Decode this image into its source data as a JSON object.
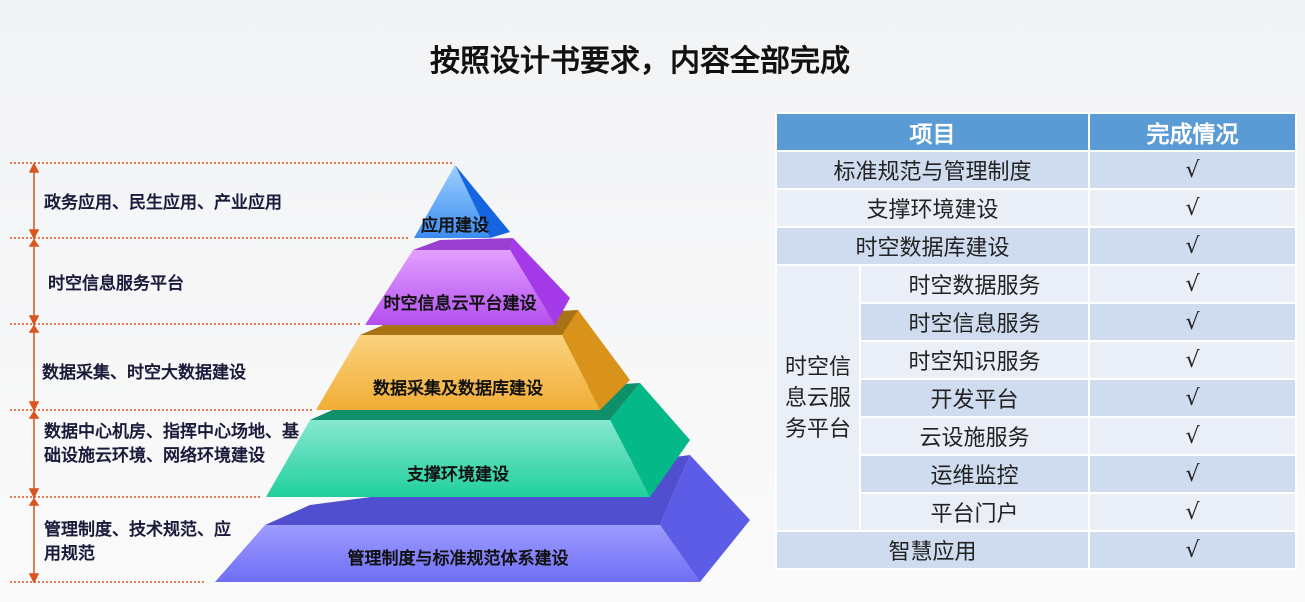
{
  "title": "按照设计书要求，内容全部完成",
  "left_labels": [
    "政务应用、民生应用、产业应用",
    "时空信息服务平台",
    "数据采集、时空大数据建设",
    "数据中心机房、指挥中心场地、基础设施云环境、网络环境建设",
    "管理制度、技术规范、应用规范"
  ],
  "pyramid": [
    "应用建设",
    "时空信息云平台建设",
    "数据采集及数据库建设",
    "支撑环境建设",
    "管理制度与标准规范体系建设"
  ],
  "colors": {
    "header": "#5b9bd5",
    "arrow": "#d9541e"
  },
  "table": {
    "headers": [
      "项目",
      "完成情况"
    ],
    "group_label": "时空信息云服务平台",
    "rows": [
      {
        "item": "标准规范与管理制度",
        "status": "√"
      },
      {
        "item": "支撑环境建设",
        "status": "√"
      },
      {
        "item": "时空数据库建设",
        "status": "√"
      },
      {
        "item": "时空数据服务",
        "status": "√"
      },
      {
        "item": "时空信息服务",
        "status": "√"
      },
      {
        "item": "时空知识服务",
        "status": "√"
      },
      {
        "item": "开发平台",
        "status": "√"
      },
      {
        "item": "云设施服务",
        "status": "√"
      },
      {
        "item": "运维监控",
        "status": "√"
      },
      {
        "item": "平台门户",
        "status": "√"
      },
      {
        "item": "智慧应用",
        "status": "√"
      }
    ]
  }
}
